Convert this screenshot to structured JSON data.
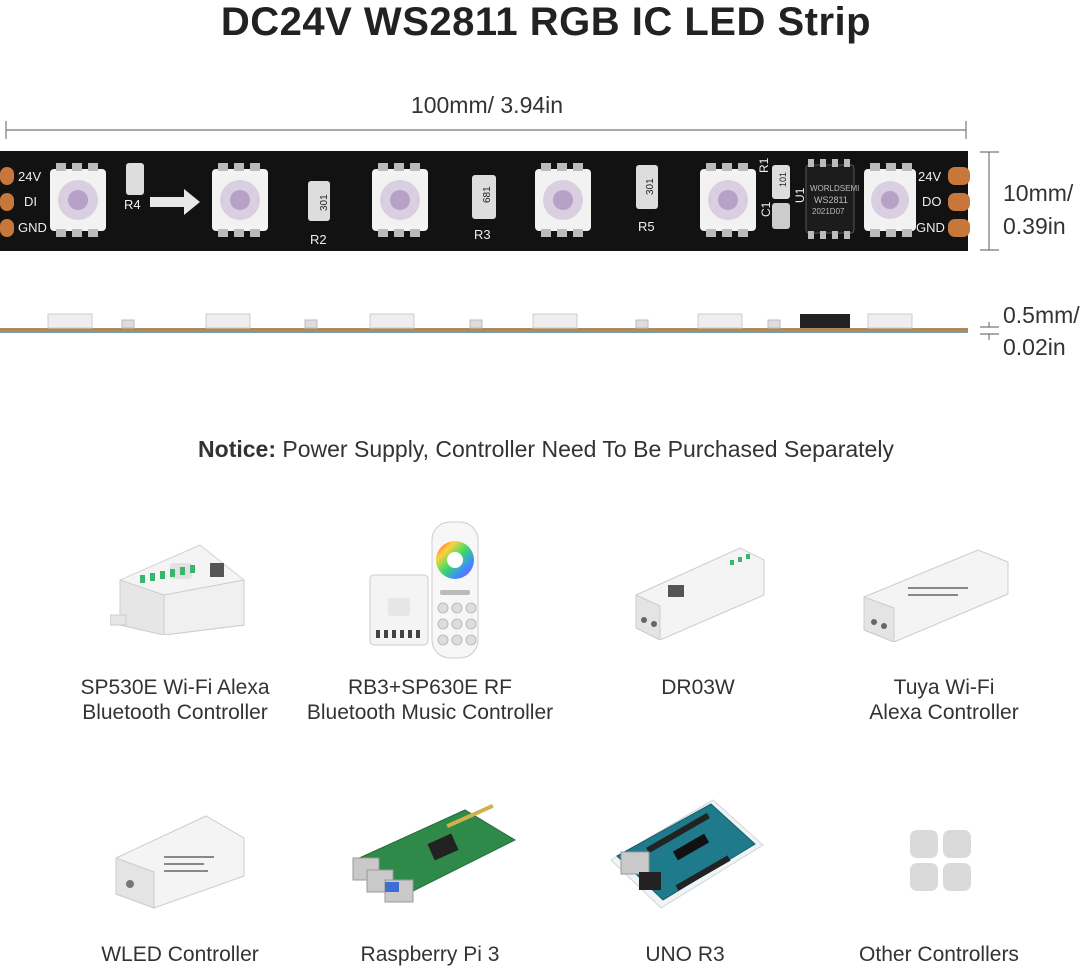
{
  "title": "DC24V WS2811 RGB IC LED Strip",
  "length_label": "100mm/ 3.94in",
  "width_label_1": "10mm/",
  "width_label_2": "0.39in",
  "thickness_label_1": "0.5mm/",
  "thickness_label_2": "0.02in",
  "strip": {
    "pad_left": [
      "24V",
      "DI",
      "GND"
    ],
    "pad_right": [
      "24V",
      "DO",
      "GND"
    ],
    "resistors": [
      "R4",
      "R2",
      "R3",
      "R5",
      "R1"
    ],
    "resistor_codes": [
      "301",
      "681",
      "301",
      "101"
    ],
    "capacitor": "C1",
    "chip_label": "U1",
    "chip_text_1": "WORLDSEMI",
    "chip_text_2": "WS2811",
    "chip_text_3": "2021D07"
  },
  "notice": {
    "label": "Notice:",
    "text": "Power Supply, Controller Need To Be Purchased Separately"
  },
  "controllers": [
    {
      "line1": "SP530E Wi-Fi Alexa",
      "line2": "Bluetooth Controller"
    },
    {
      "line1": "RB3+SP630E RF",
      "line2": "Bluetooth Music Controller"
    },
    {
      "line1": "DR03W",
      "line2": ""
    },
    {
      "line1": "Tuya Wi-Fi",
      "line2": "Alexa Controller"
    },
    {
      "line1": "WLED Controller",
      "line2": ""
    },
    {
      "line1": "Raspberry Pi 3",
      "line2": ""
    },
    {
      "line1": "UNO R3",
      "line2": ""
    },
    {
      "line1": "Other Controllers",
      "line2": ""
    }
  ],
  "colors": {
    "strip": "#111111",
    "pad": "#c8773a",
    "led": "#f2f2f2",
    "board_green": "#2f8a4a",
    "arduino_teal": "#1f7a8c",
    "gray_tile": "#dadada"
  }
}
